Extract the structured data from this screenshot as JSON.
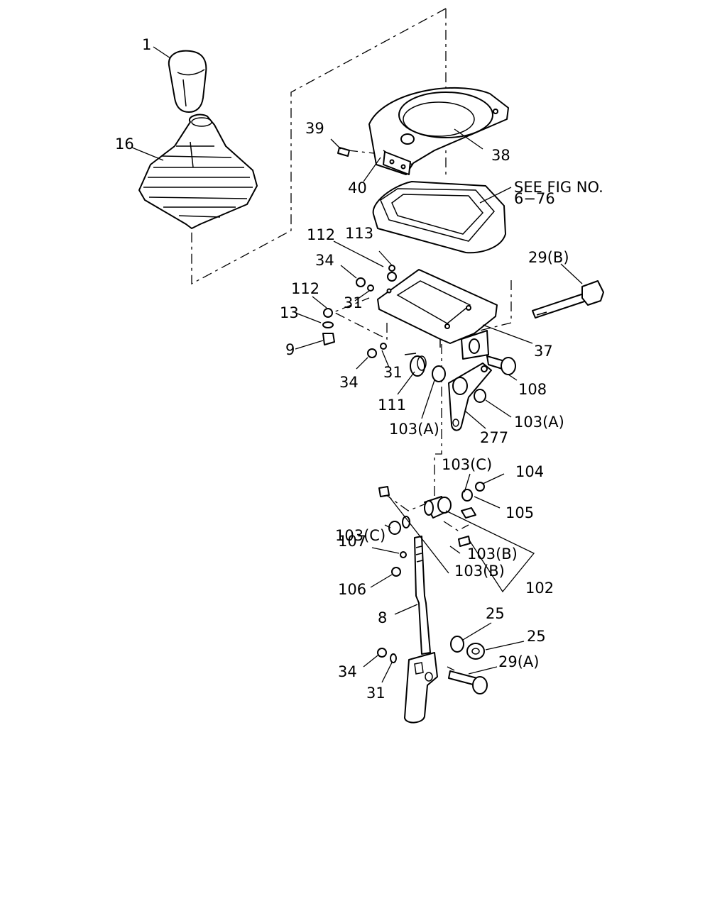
{
  "reference_note": {
    "line1": "SEE FIG NO.",
    "line2": "6−76"
  },
  "callouts": [
    "1",
    "16",
    "39",
    "38",
    "40",
    "112",
    "113",
    "34",
    "29(B)",
    "112",
    "31",
    "13",
    "9",
    "37",
    "34",
    "31",
    "111",
    "108",
    "103(A)",
    "103(A)",
    "277",
    "103(C)",
    "104",
    "105",
    "103(C)",
    "107",
    "103(B)",
    "103(B)",
    "102",
    "106",
    "8",
    "25",
    "25",
    "29(A)",
    "34",
    "31"
  ]
}
